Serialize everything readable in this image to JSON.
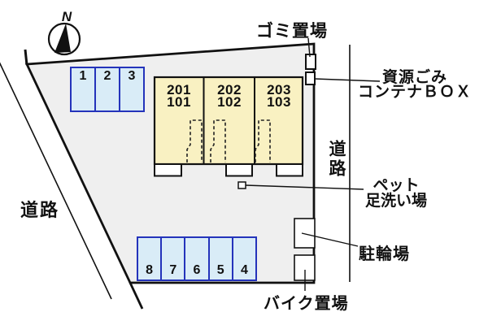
{
  "compass": {
    "north_label": "N"
  },
  "labels": {
    "garbage_area": "ゴミ置場",
    "recycle_line1": "資源ごみ",
    "recycle_line2": "コンテナＢＯＸ",
    "road_left": "道路",
    "road_right": "道路",
    "pet_line1": "ペット",
    "pet_line2": "足洗い場",
    "bicycle_parking": "駐輪場",
    "motorcycle_parking": "バイク置場"
  },
  "building": {
    "units": [
      {
        "upper": "201",
        "lower": "101"
      },
      {
        "upper": "202",
        "lower": "102"
      },
      {
        "upper": "203",
        "lower": "103"
      }
    ]
  },
  "parking": {
    "top_row": [
      "1",
      "2",
      "3"
    ],
    "bottom_row": [
      "8",
      "7",
      "6",
      "5",
      "4"
    ]
  },
  "colors": {
    "site_fill": "#efefef",
    "building_fill": "#f9f1c2",
    "parking_fill": "#d9ecf7",
    "parking_border": "#2433bb",
    "line": "#111111"
  }
}
